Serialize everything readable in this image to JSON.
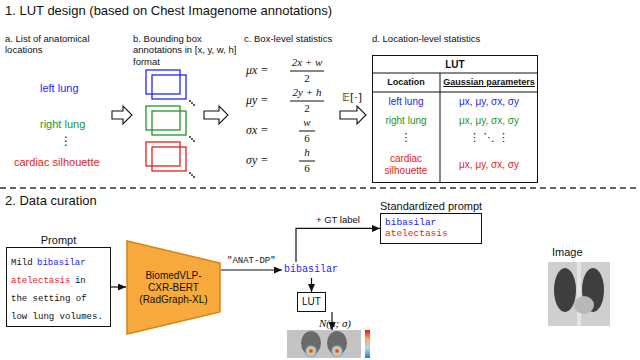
{
  "diagram": {
    "nodes": [
      {
        "text": [
          "LUT"
        ]
      },
      {
        "text": [
          "Prompt",
          "Mild",
          "bibasilar",
          "atelectasis",
          "in the setting of low lung volumes."
        ]
      },
      {
        "text": [
          "BiomedVLP-CXR-BERT (RadGraph-XL)"
        ]
      },
      {
        "text": [
          "bibasilar"
        ]
      },
      {
        "text": [
          "Standardized prompt",
          "bibasilar",
          "atelectasis"
        ]
      },
      {
        "text": [
          "LUT"
        ]
      },
      {
        "text": [
          "N(μ; σ)"
        ]
      }
    ],
    "edges": [
      {
        "from": 1,
        "to": 2,
        "arrow": "to"
      },
      {
        "from": 2,
        "to": 3,
        "label": "\"ANAT-DP\"",
        "arrow": "to"
      },
      {
        "from": 3,
        "to": 4,
        "label": "+ GT label",
        "arrow": "to"
      },
      {
        "from": 3,
        "to": 5,
        "arrow": "to"
      },
      {
        "from": 5,
        "to": 6,
        "arrow": "to"
      }
    ],
    "labels": [
      "1. LUT design (based on Chest Imagenome annotations)",
      "a. List of anatomical locations",
      "left lung",
      "right lung",
      "⋮",
      "cardiac silhouette",
      "b. Bounding box annotations in [x, y, w, h] format",
      "c. Box-level statistics",
      "μx =",
      "2x + w",
      "2",
      "μy =",
      "2y + h",
      "2",
      "σx =",
      "w",
      "6",
      "σy =",
      "h",
      "6",
      "𝔼[·]",
      "d. Location-level statistics",
      "Location",
      "Gaussian parameters",
      "left lung",
      "μx, μy, σx, σy",
      "right lung",
      "μx, μy, σx, σy",
      "⋮",
      "⋮ ⋱ ⋮",
      "cardiac silhouette",
      "μx, μy, σx, σy",
      "2. Data curation",
      "Image"
    ]
  }
}
